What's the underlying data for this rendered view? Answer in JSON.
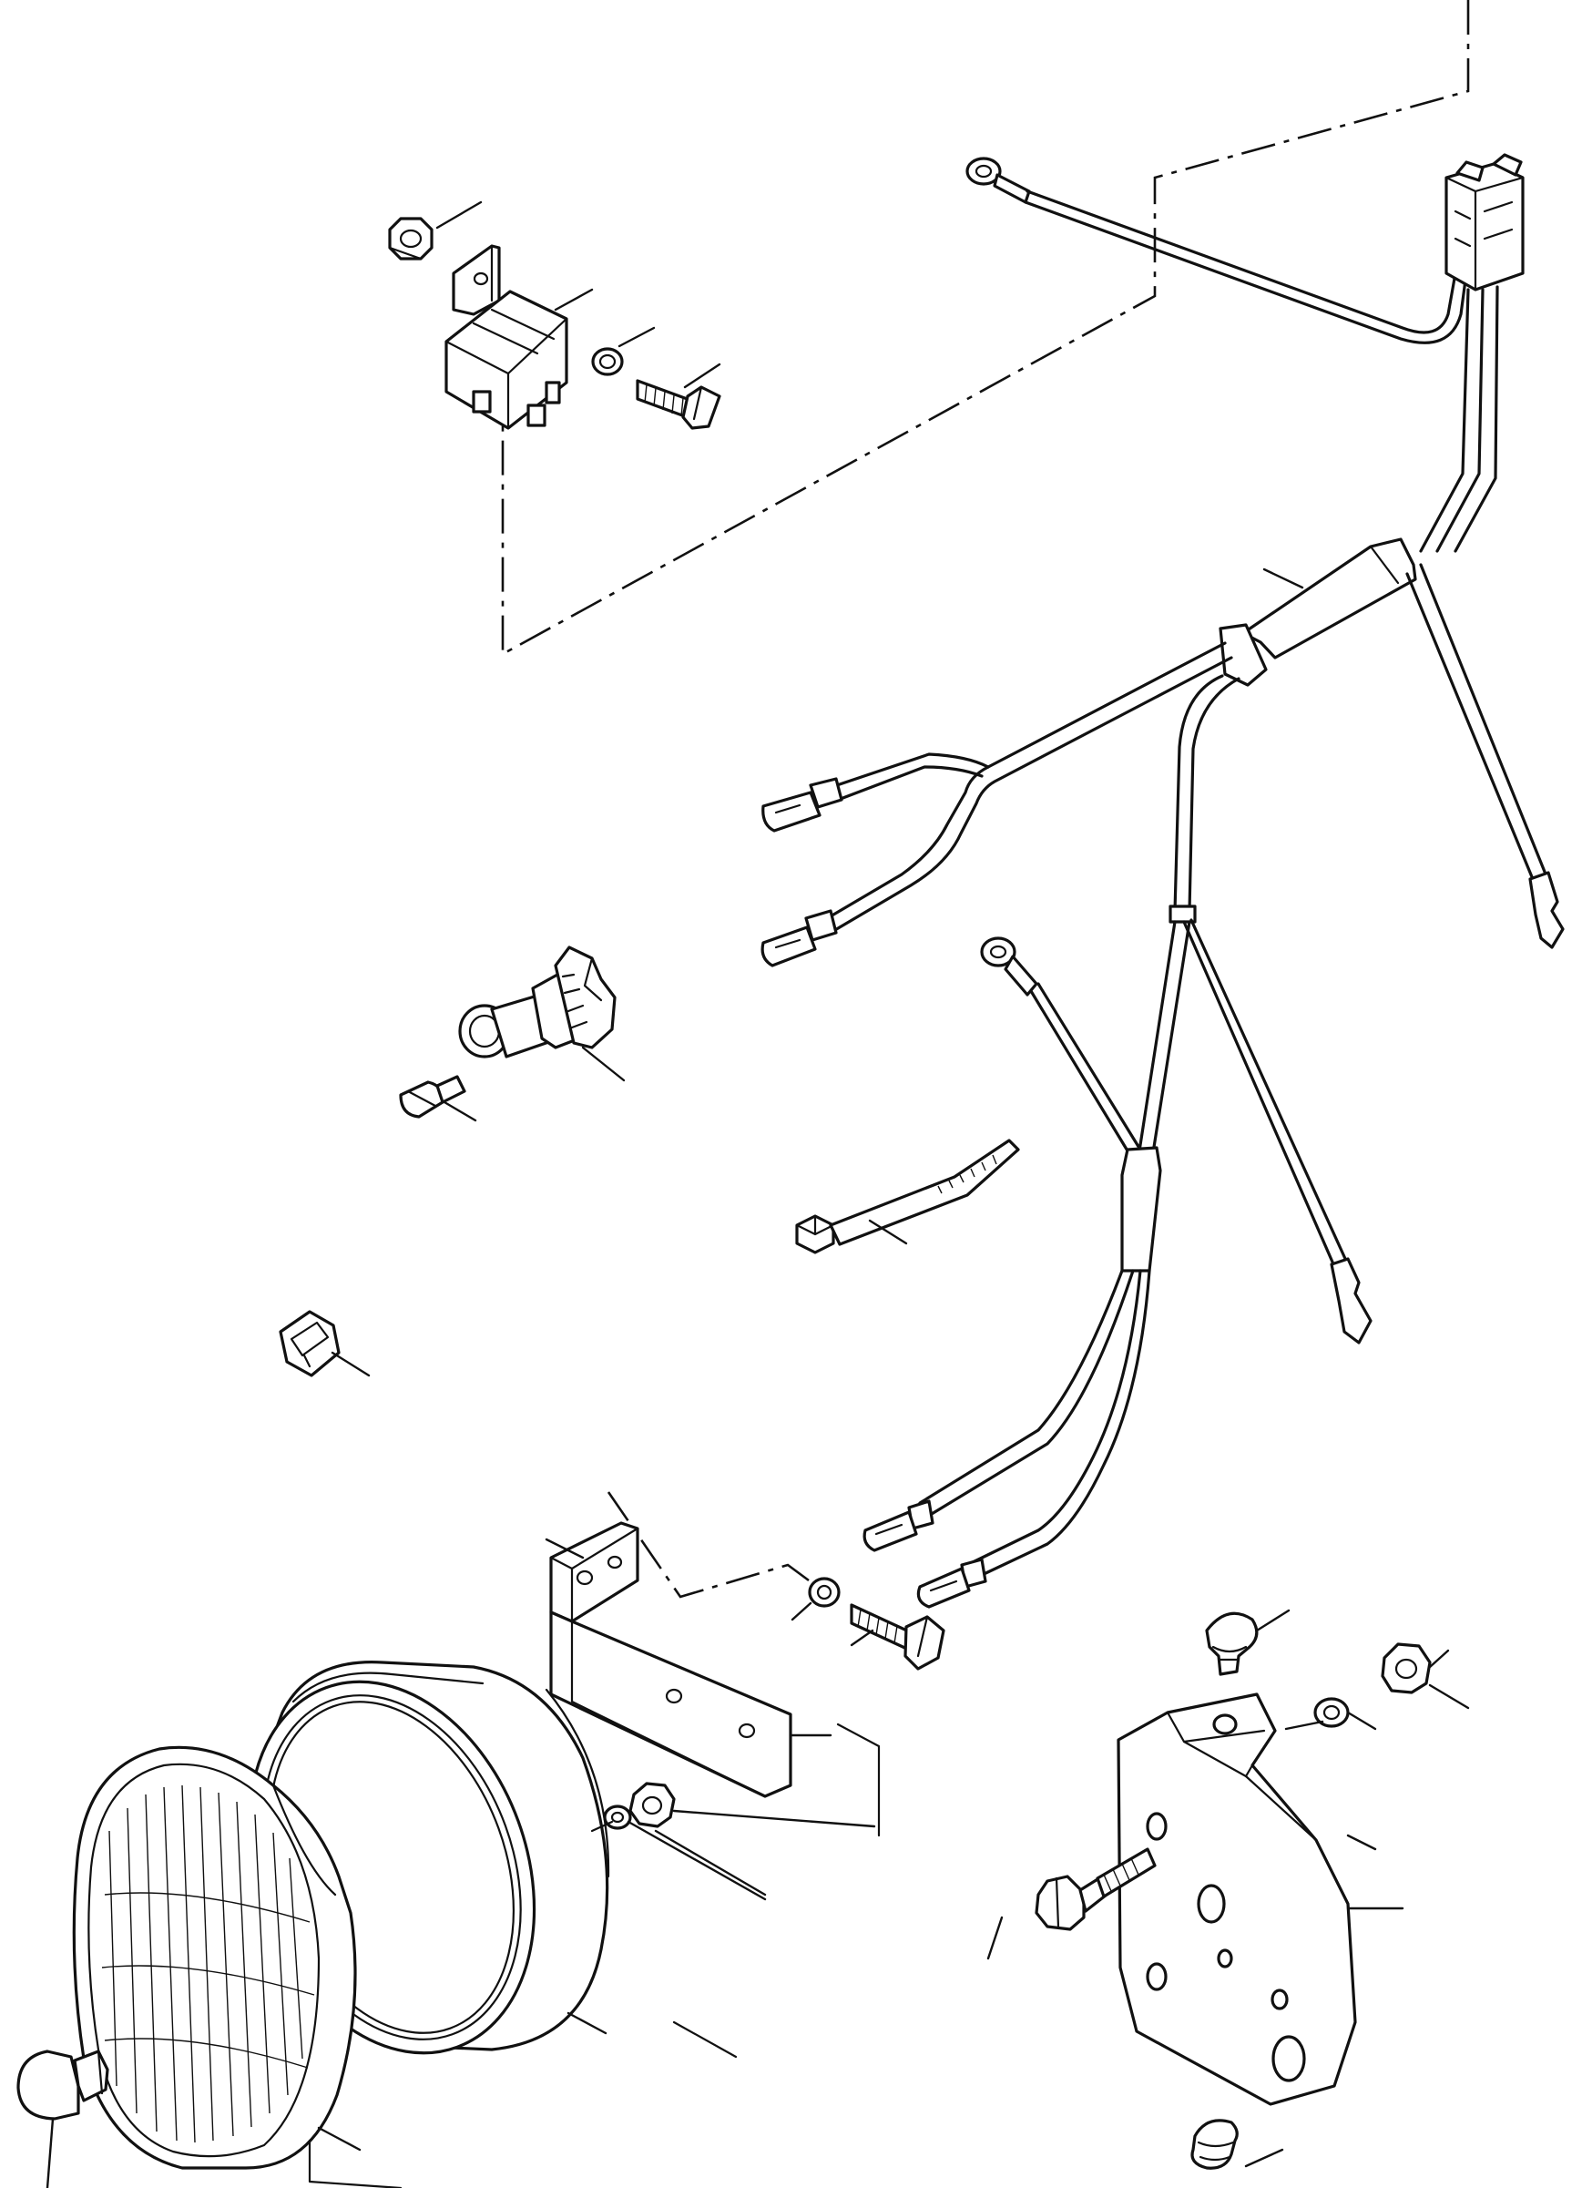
{
  "diagram": {
    "kind": "exploded-parts-view",
    "colors": {
      "ink": "#111111",
      "paper": "#ffffff"
    },
    "parts": [
      {
        "name": "relay-nut"
      },
      {
        "name": "relay-bracket"
      },
      {
        "name": "relay"
      },
      {
        "name": "relay-washer"
      },
      {
        "name": "relay-screw"
      },
      {
        "name": "wiring-harness"
      },
      {
        "name": "relay-socket-connector"
      },
      {
        "name": "light-switch"
      },
      {
        "name": "switch-bulb"
      },
      {
        "name": "cable-tie"
      },
      {
        "name": "clip"
      },
      {
        "name": "mounting-bracket"
      },
      {
        "name": "bracket-bolt"
      },
      {
        "name": "bracket-washer"
      },
      {
        "name": "headlamp-housing"
      },
      {
        "name": "sealed-beam-lens"
      },
      {
        "name": "headlamp-bulb"
      },
      {
        "name": "housing-nut"
      },
      {
        "name": "housing-washer"
      },
      {
        "name": "mounting-plate"
      },
      {
        "name": "plate-bolt"
      },
      {
        "name": "plate-nut"
      },
      {
        "name": "plate-washer"
      },
      {
        "name": "plate-rubber-plug-top"
      },
      {
        "name": "plate-rubber-plug-bottom"
      }
    ]
  }
}
